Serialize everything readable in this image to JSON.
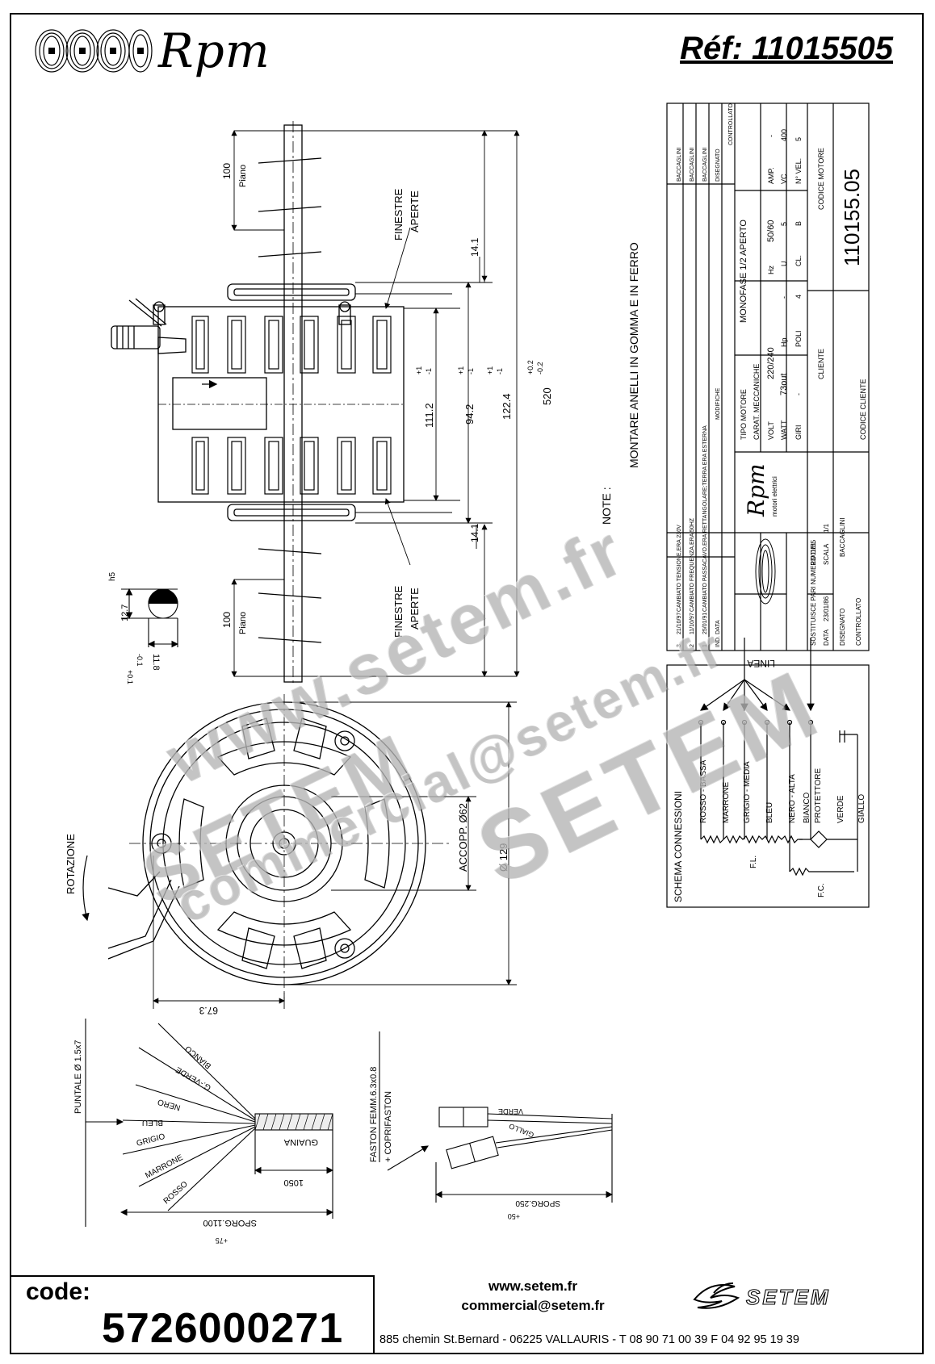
{
  "header": {
    "brand": "Rpm",
    "reference": "Réf:  11015505"
  },
  "side_view": {
    "dims": {
      "top_length": "100",
      "top_length_label": "Piano",
      "bottom_length": "100",
      "bottom_length_label": "Piano",
      "gap_top": "14.1",
      "gap_bottom": "14.1",
      "d1": "111.2",
      "d1_tol_hi": "+1",
      "d1_tol_lo": "-1",
      "d2": "94.2",
      "d2_tol_hi": "+1",
      "d2_tol_lo": "-1",
      "d3": "122.4",
      "d3_tol_hi": "+1",
      "d3_tol_lo": "-1",
      "overall": "520",
      "overall_tol_hi": "+0.2",
      "overall_tol_lo": "-0.2"
    },
    "windows_top": [
      "FINESTRE",
      "APERTE"
    ],
    "windows_bottom": [
      "FINESTRE",
      "APERTE"
    ],
    "shaft_section": {
      "diameter": "12.7",
      "fit": "h5",
      "flat": "11.8",
      "flat_tol_hi": "+0.1",
      "flat_tol_lo": "-0.1"
    }
  },
  "notes": {
    "label": "NOTE :",
    "text": "MONTARE ANELLI IN GOMMA E IN FERRO"
  },
  "front_view": {
    "rotation": "ROTAZIONE",
    "coupling": "ACCOPP. Ø62",
    "diameter": "Ø 129",
    "offset": "67.3"
  },
  "title_block": {
    "revisions": [
      {
        "ind": "3",
        "data": "21/10/97",
        "desc": "CAMBIATO TENSIONE,ERA 230V",
        "by": "BACCAGLINI"
      },
      {
        "ind": "2",
        "data": "11/10/97",
        "desc": "CAMBIATO FREQUENZA,ERA 50HZ",
        "by": "BACCAGLINI"
      },
      {
        "ind": "1",
        "data": "25/01/91",
        "desc": "CAMBIATO PASSACAVO,ERA RETTANGOLARE;TERRA ERA ESTERNA",
        "by": "BACCAGLINI"
      }
    ],
    "rev_headers": {
      "ind": "IND.",
      "data": "DATA",
      "desc": "MODIFICHE",
      "by": "DISEGNATO",
      "check": "CONTROLLATO"
    },
    "motor_type_label": "TIPO MOTORE",
    "motor_type": "MONOFASE 1/2 APERTO",
    "mech_label": "CARAT. MECCANICHE",
    "volt_label": "VOLT",
    "volt": "220/240",
    "hz_label": "Hz",
    "hz": "50/60",
    "amp_label": "AMP.",
    "amp": "-",
    "watt_label": "WATT",
    "watt": "73out",
    "hp_label": "Hp",
    "hp": "-",
    "u_label": "U",
    "u": "5",
    "vc_label": "VC",
    "vc": "400",
    "giri_label": "GIRI",
    "giri": "-",
    "poli_label": "POLI",
    "poli": "4",
    "cl_label": "CL.",
    "cl": "B",
    "nvel_label": "N° VEL.",
    "nvel": "5",
    "client_label": "CLIENTE",
    "client_code_label": "CODICE CLIENTE",
    "motor_code_label": "CODICE MOTORE",
    "motor_code": "110155.05",
    "company": "Rpm",
    "company_sub": "motori elettrici",
    "replaces_label": "SOSTITUISCE PARI NUMERO DEL",
    "replaces": "23/01/85",
    "date_label": "DATA",
    "date": "23/01/86",
    "scale_label": "SCALA",
    "scale": "1/1",
    "drawn_label": "DISEGNATO",
    "drawn": "BACCAGLINI",
    "checked_label": "CONTROLLATO"
  },
  "connections": {
    "title": "SCHEMA CONNESSIONI",
    "line_label": "LINEA",
    "fl": "F.L.",
    "fc": "F.C.",
    "wires": [
      "ROSSO - BASSA",
      "MARRONE",
      "GRIGIO - MEDIA",
      "BLEU",
      "NERO - ALTA",
      "BIANCO",
      "PROTETTORE",
      "VERDE",
      "GIALLO"
    ]
  },
  "cable": {
    "tip_label": "PUNTALE Ø 1.5x7",
    "wires": [
      "BIANCO",
      "G.-VERDE",
      "NERO",
      "BLEU",
      "GRIGIO",
      "MARRONE",
      "ROSSO"
    ],
    "sheath": "GUAINA",
    "sheath_length": "1050",
    "length": "SPORG.1100",
    "length_tol": "+75",
    "fast_on": "FASTON FEMM.6.3x0.8",
    "fast_on_cover": "+ COPRIFASTON",
    "verde": "VERDE",
    "giallo": "GIALLO",
    "cap_length": "SPORG.250",
    "cap_tol": "+50"
  },
  "watermark": {
    "site": "www.setem.fr",
    "brand": "SETEM",
    "mail": "commercial@setem.fr"
  },
  "footer": {
    "code_label": "code:",
    "code": "5726000271",
    "web": "www.setem.fr",
    "email": "commercial@setem.fr",
    "address": "885 chemin St.Bernard  -  06225 VALLAURIS  -  T 08 90 71 00 39   F 04 92 95 19 39",
    "company": "SETEM"
  }
}
